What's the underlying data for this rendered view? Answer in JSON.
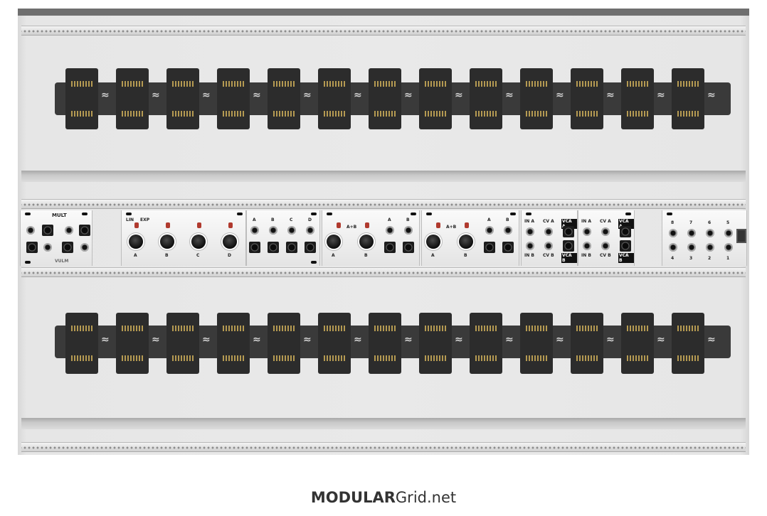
{
  "page": {
    "footer_brand": "MODULAR",
    "footer_suffix": "Grid.net"
  },
  "modules": {
    "mult": {
      "title": "MULT",
      "maker": "VULM"
    },
    "quad_vca": {
      "knob_labels": [
        "A",
        "B",
        "C",
        "D"
      ],
      "switch_labels": [
        "LIN",
        "EXP"
      ],
      "jack_labels": [
        "A",
        "B",
        "C",
        "D"
      ]
    },
    "dual_a": {
      "knob_labels": [
        "A",
        "B"
      ],
      "mix_label": "A+B",
      "jack_labels": [
        "A",
        "B"
      ]
    },
    "dual_b": {
      "knob_labels": [
        "A",
        "B"
      ],
      "mix_label": "A+B",
      "jack_labels": [
        "A",
        "B"
      ]
    },
    "vca_pair_1": {
      "in_a": "IN A",
      "in_b": "IN B",
      "cv_a": "CV A",
      "cv_b": "CV B",
      "vca_a": "VCA A",
      "vca_b": "VCA B"
    },
    "vca_pair_2": {
      "in_a": "IN A",
      "in_b": "IN B",
      "cv_a": "CV A",
      "cv_b": "CV B",
      "vca_a": "VCA A",
      "vca_b": "VCA B"
    },
    "io_panel": {
      "top_labels": [
        "8",
        "7",
        "6",
        "5"
      ],
      "bottom_labels": [
        "4",
        "3",
        "2",
        "1"
      ]
    }
  },
  "colors": {
    "case_top": "#6f6f6f",
    "busboard": "#3a3a3a",
    "switch_red": "#b03a2e"
  },
  "busboards": {
    "top_count": 13,
    "bottom_count": 13
  }
}
